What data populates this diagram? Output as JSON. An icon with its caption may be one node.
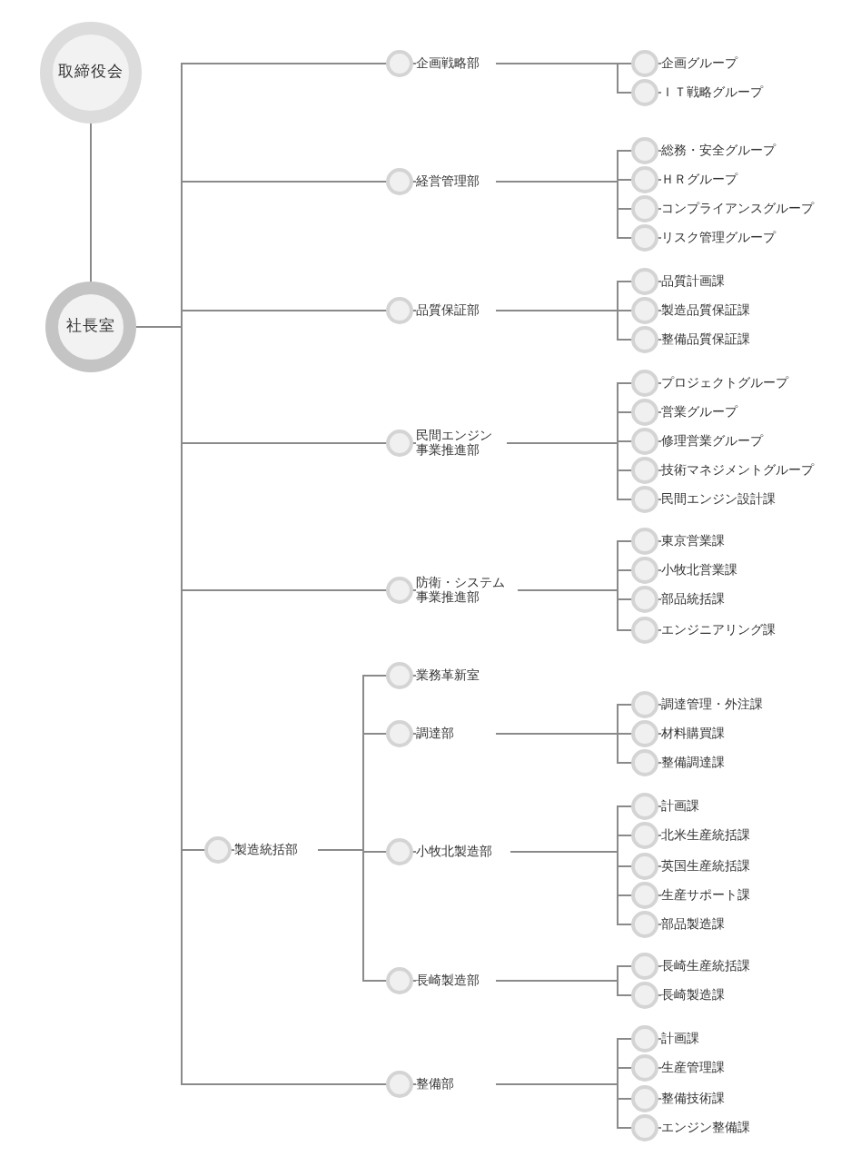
{
  "diagram": {
    "nodes": [
      {
        "text": [
          "取締役会"
        ]
      },
      {
        "text": [
          "社長室"
        ]
      },
      {
        "text": [
          "企画戦略部"
        ]
      },
      {
        "text": [
          "企画グループ"
        ]
      },
      {
        "text": [
          "ＩＴ戦略グループ"
        ]
      },
      {
        "text": [
          "経営管理部"
        ]
      },
      {
        "text": [
          "総務・安全グループ"
        ]
      },
      {
        "text": [
          "ＨＲグループ"
        ]
      },
      {
        "text": [
          "コンプライアンスグループ"
        ]
      },
      {
        "text": [
          "リスク管理グループ"
        ]
      },
      {
        "text": [
          "品質保証部"
        ]
      },
      {
        "text": [
          "品質計画課"
        ]
      },
      {
        "text": [
          "製造品質保証課"
        ]
      },
      {
        "text": [
          "整備品質保証課"
        ]
      },
      {
        "text": [
          "民間エンジン事業推進部"
        ]
      },
      {
        "text": [
          "プロジェクトグループ"
        ]
      },
      {
        "text": [
          "営業グループ"
        ]
      },
      {
        "text": [
          "修理営業グループ"
        ]
      },
      {
        "text": [
          "技術マネジメントグループ"
        ]
      },
      {
        "text": [
          "民間エンジン設計課"
        ]
      },
      {
        "text": [
          "防衛・システム事業推進部"
        ]
      },
      {
        "text": [
          "東京営業課"
        ]
      },
      {
        "text": [
          "小牧北営業課"
        ]
      },
      {
        "text": [
          "部品統括課"
        ]
      },
      {
        "text": [
          "エンジニアリング課"
        ]
      },
      {
        "text": [
          "製造統括部"
        ]
      },
      {
        "text": [
          "業務革新室"
        ]
      },
      {
        "text": [
          "調達部"
        ]
      },
      {
        "text": [
          "調達管理・外注課"
        ]
      },
      {
        "text": [
          "材料購買課"
        ]
      },
      {
        "text": [
          "整備調達課"
        ]
      },
      {
        "text": [
          "小牧北製造部"
        ]
      },
      {
        "text": [
          "計画課"
        ]
      },
      {
        "text": [
          "北米生産統括課"
        ]
      },
      {
        "text": [
          "英国生産統括課"
        ]
      },
      {
        "text": [
          "生産サポート課"
        ]
      },
      {
        "text": [
          "部品製造課"
        ]
      },
      {
        "text": [
          "長崎製造部"
        ]
      },
      {
        "text": [
          "長崎生産統括課"
        ]
      },
      {
        "text": [
          "長崎製造課"
        ]
      },
      {
        "text": [
          "整備部"
        ]
      },
      {
        "text": [
          "計画課"
        ]
      },
      {
        "text": [
          "生産管理課"
        ]
      },
      {
        "text": [
          "整備技術課"
        ]
      },
      {
        "text": [
          "エンジン整備課"
        ]
      }
    ],
    "edges": [
      {
        "from": 0,
        "to": 1,
        "arrow": "none"
      },
      {
        "from": 1,
        "to": 2,
        "arrow": "other"
      },
      {
        "from": 1,
        "to": 5,
        "arrow": "other"
      },
      {
        "from": 1,
        "to": 10,
        "arrow": "other"
      },
      {
        "from": 1,
        "to": 14,
        "arrow": "other"
      },
      {
        "from": 1,
        "to": 20,
        "arrow": "other"
      },
      {
        "from": 1,
        "to": 25,
        "arrow": "other"
      },
      {
        "from": 1,
        "to": 40,
        "arrow": "other"
      },
      {
        "from": 2,
        "to": 3,
        "arrow": "other"
      },
      {
        "from": 2,
        "to": 4,
        "arrow": "other"
      },
      {
        "from": 5,
        "to": 6,
        "arrow": "other"
      },
      {
        "from": 5,
        "to": 7,
        "arrow": "other"
      },
      {
        "from": 5,
        "to": 8,
        "arrow": "other"
      },
      {
        "from": 5,
        "to": 9,
        "arrow": "other"
      },
      {
        "from": 10,
        "to": 11,
        "arrow": "other"
      },
      {
        "from": 10,
        "to": 12,
        "arrow": "other"
      },
      {
        "from": 10,
        "to": 13,
        "arrow": "other"
      },
      {
        "from": 14,
        "to": 15,
        "arrow": "other"
      },
      {
        "from": 14,
        "to": 16,
        "arrow": "other"
      },
      {
        "from": 14,
        "to": 17,
        "arrow": "other"
      },
      {
        "from": 14,
        "to": 18,
        "arrow": "other"
      },
      {
        "from": 14,
        "to": 19,
        "arrow": "other"
      },
      {
        "from": 20,
        "to": 21,
        "arrow": "other"
      },
      {
        "from": 20,
        "to": 22,
        "arrow": "other"
      },
      {
        "from": 20,
        "to": 23,
        "arrow": "other"
      },
      {
        "from": 20,
        "to": 24,
        "arrow": "other"
      },
      {
        "from": 25,
        "to": 26,
        "arrow": "other"
      },
      {
        "from": 25,
        "to": 27,
        "arrow": "other"
      },
      {
        "from": 25,
        "to": 31,
        "arrow": "other"
      },
      {
        "from": 25,
        "to": 37,
        "arrow": "other"
      },
      {
        "from": 27,
        "to": 28,
        "arrow": "other"
      },
      {
        "from": 27,
        "to": 29,
        "arrow": "other"
      },
      {
        "from": 27,
        "to": 30,
        "arrow": "other"
      },
      {
        "from": 31,
        "to": 32,
        "arrow": "other"
      },
      {
        "from": 31,
        "to": 33,
        "arrow": "other"
      },
      {
        "from": 31,
        "to": 34,
        "arrow": "other"
      },
      {
        "from": 31,
        "to": 35,
        "arrow": "other"
      },
      {
        "from": 31,
        "to": 36,
        "arrow": "other"
      },
      {
        "from": 37,
        "to": 38,
        "arrow": "other"
      },
      {
        "from": 37,
        "to": 39,
        "arrow": "other"
      },
      {
        "from": 40,
        "to": 41,
        "arrow": "other"
      },
      {
        "from": 40,
        "to": 42,
        "arrow": "other"
      },
      {
        "from": 40,
        "to": 43,
        "arrow": "other"
      },
      {
        "from": 40,
        "to": 44,
        "arrow": "other"
      }
    ]
  }
}
